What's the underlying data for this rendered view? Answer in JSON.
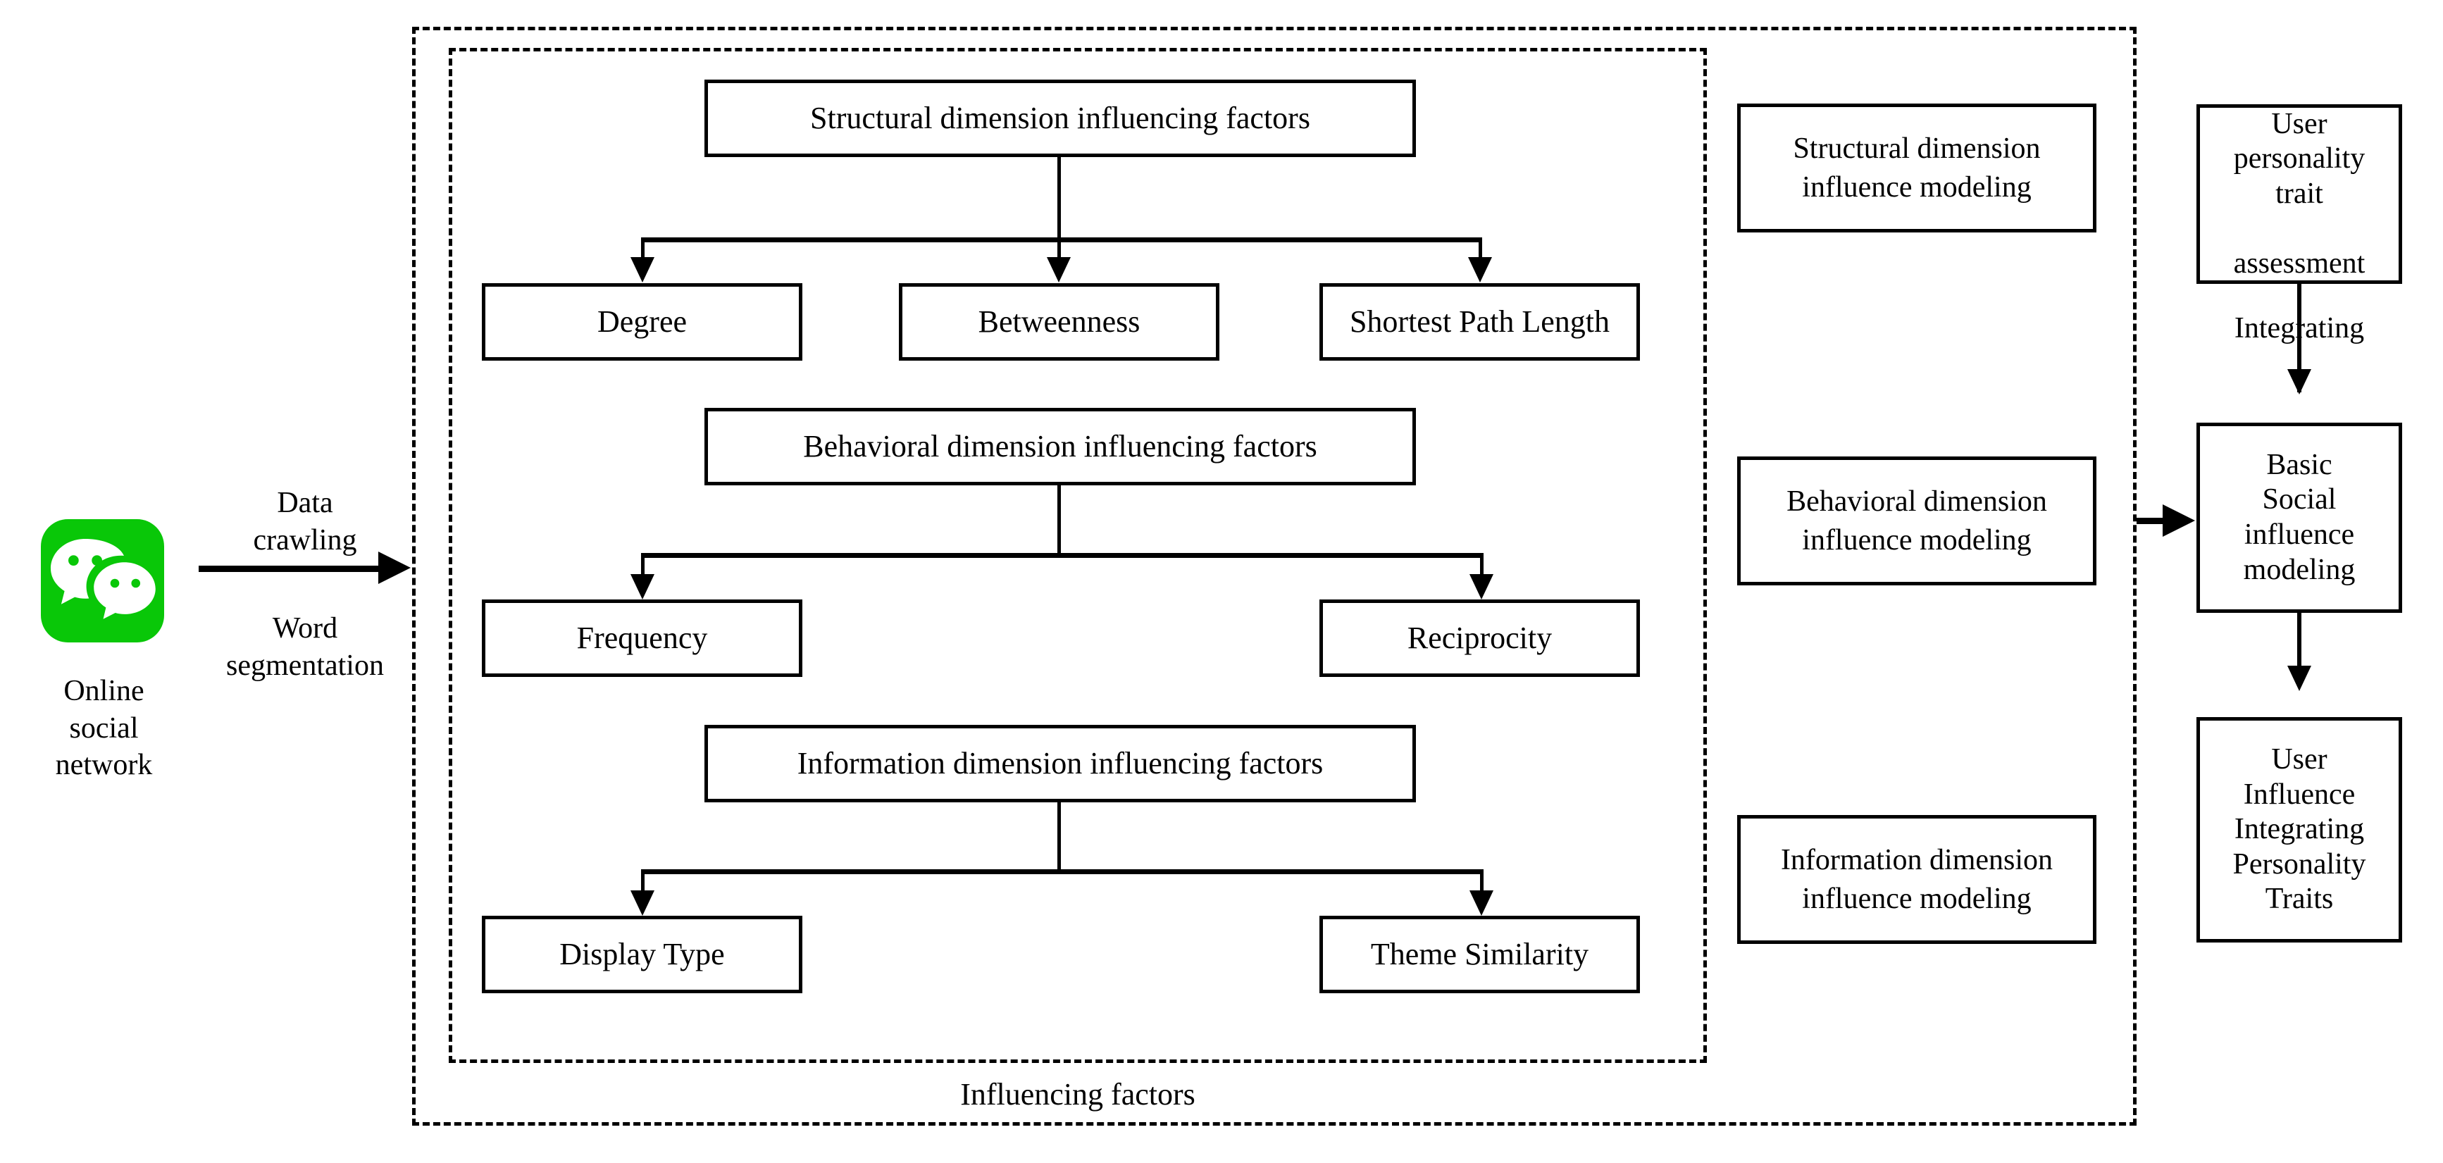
{
  "diagram": {
    "title": "Social influence modeling framework",
    "colors": {
      "stroke": "#000000",
      "background": "#ffffff",
      "wechat_green": "#09C708",
      "wechat_bubble": "#ffffff"
    }
  },
  "source": {
    "icon_name": "wechat-logo-icon",
    "caption": "Online\nsocial\nnetwork"
  },
  "process_arrow": {
    "label_top": "Data\ncrawling",
    "label_bottom": "Word\nsegmentation"
  },
  "containers": {
    "outer_label": "",
    "inner_label": "Influencing factors"
  },
  "factors": {
    "structural": {
      "parent": "Structural dimension influencing factors",
      "children": [
        "Degree",
        "Betweenness",
        "Shortest Path Length"
      ]
    },
    "behavioral": {
      "parent": "Behavioral  dimension influencing factors",
      "children": [
        "Frequency",
        "Reciprocity"
      ]
    },
    "information": {
      "parent": "Information dimension influencing factors",
      "children": [
        "Display Type",
        "Theme Similarity"
      ]
    }
  },
  "modeling_column": {
    "items": [
      "Structural dimension\ninfluence modeling",
      "Behavioral  dimension\ninfluence modeling",
      "Information dimension\ninfluence modeling"
    ]
  },
  "output_column": {
    "personality": "User\npersonality\ntrait\n\nassessment",
    "integrating_label": "Integrating",
    "basic": "Basic\nSocial\ninfluence\nmodeling",
    "final": "User\nInfluence\nIntegrating\nPersonality\nTraits"
  }
}
